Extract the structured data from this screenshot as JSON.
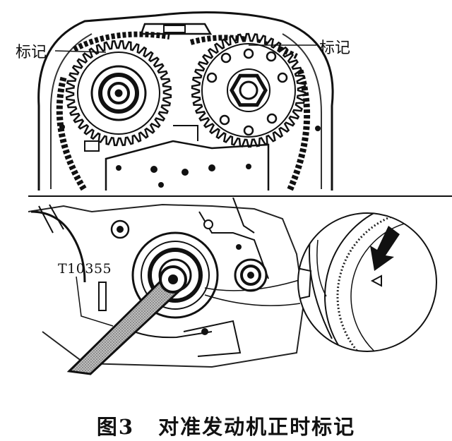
{
  "labels": {
    "mark_left": "标记",
    "mark_right": "标记",
    "tool": "T10355"
  },
  "caption": {
    "number": "图3",
    "title": "对准发动机正时标记"
  }
}
